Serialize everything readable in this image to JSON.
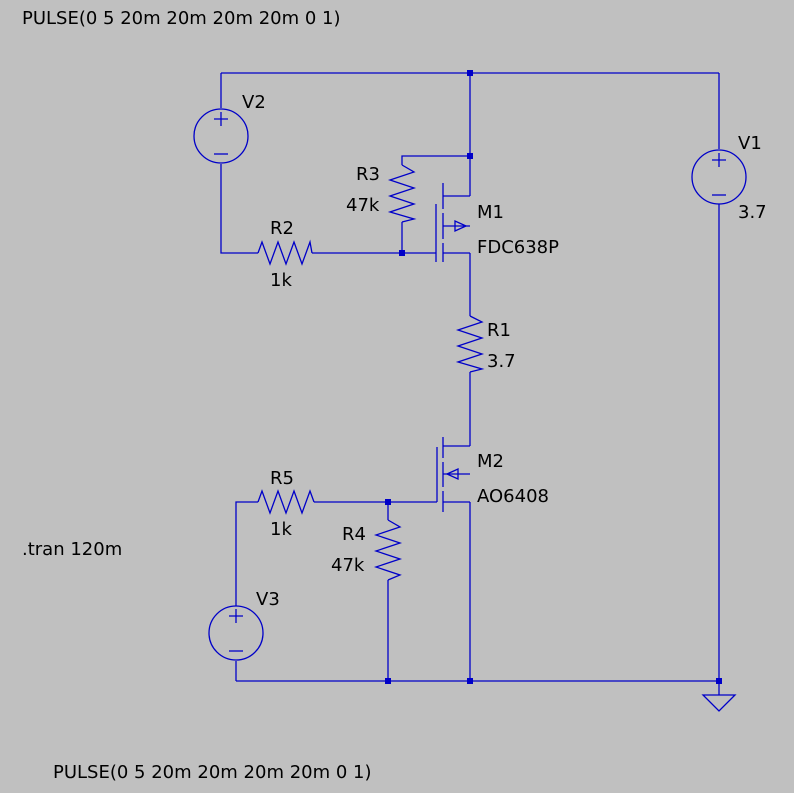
{
  "directives": {
    "v2_pulse": "PULSE(0 5 20m 20m 20m 20m 0 1)",
    "v3_pulse": "PULSE(0 5 20m 20m 20m 20m 0 1)",
    "tran": ".tran 120m"
  },
  "components": {
    "V1": {
      "name": "V1",
      "value": "3.7"
    },
    "V2": {
      "name": "V2"
    },
    "V3": {
      "name": "V3"
    },
    "R1": {
      "name": "R1",
      "value": "3.7"
    },
    "R2": {
      "name": "R2",
      "value": "1k"
    },
    "R3": {
      "name": "R3",
      "value": "47k"
    },
    "R4": {
      "name": "R4",
      "value": "47k"
    },
    "R5": {
      "name": "R5",
      "value": "1k"
    },
    "M1": {
      "name": "M1",
      "model": "FDC638P"
    },
    "M2": {
      "name": "M2",
      "model": "AO6408"
    }
  },
  "colors": {
    "background": "#c0c0c0",
    "wire": "#0000c8",
    "text": "#000000"
  }
}
